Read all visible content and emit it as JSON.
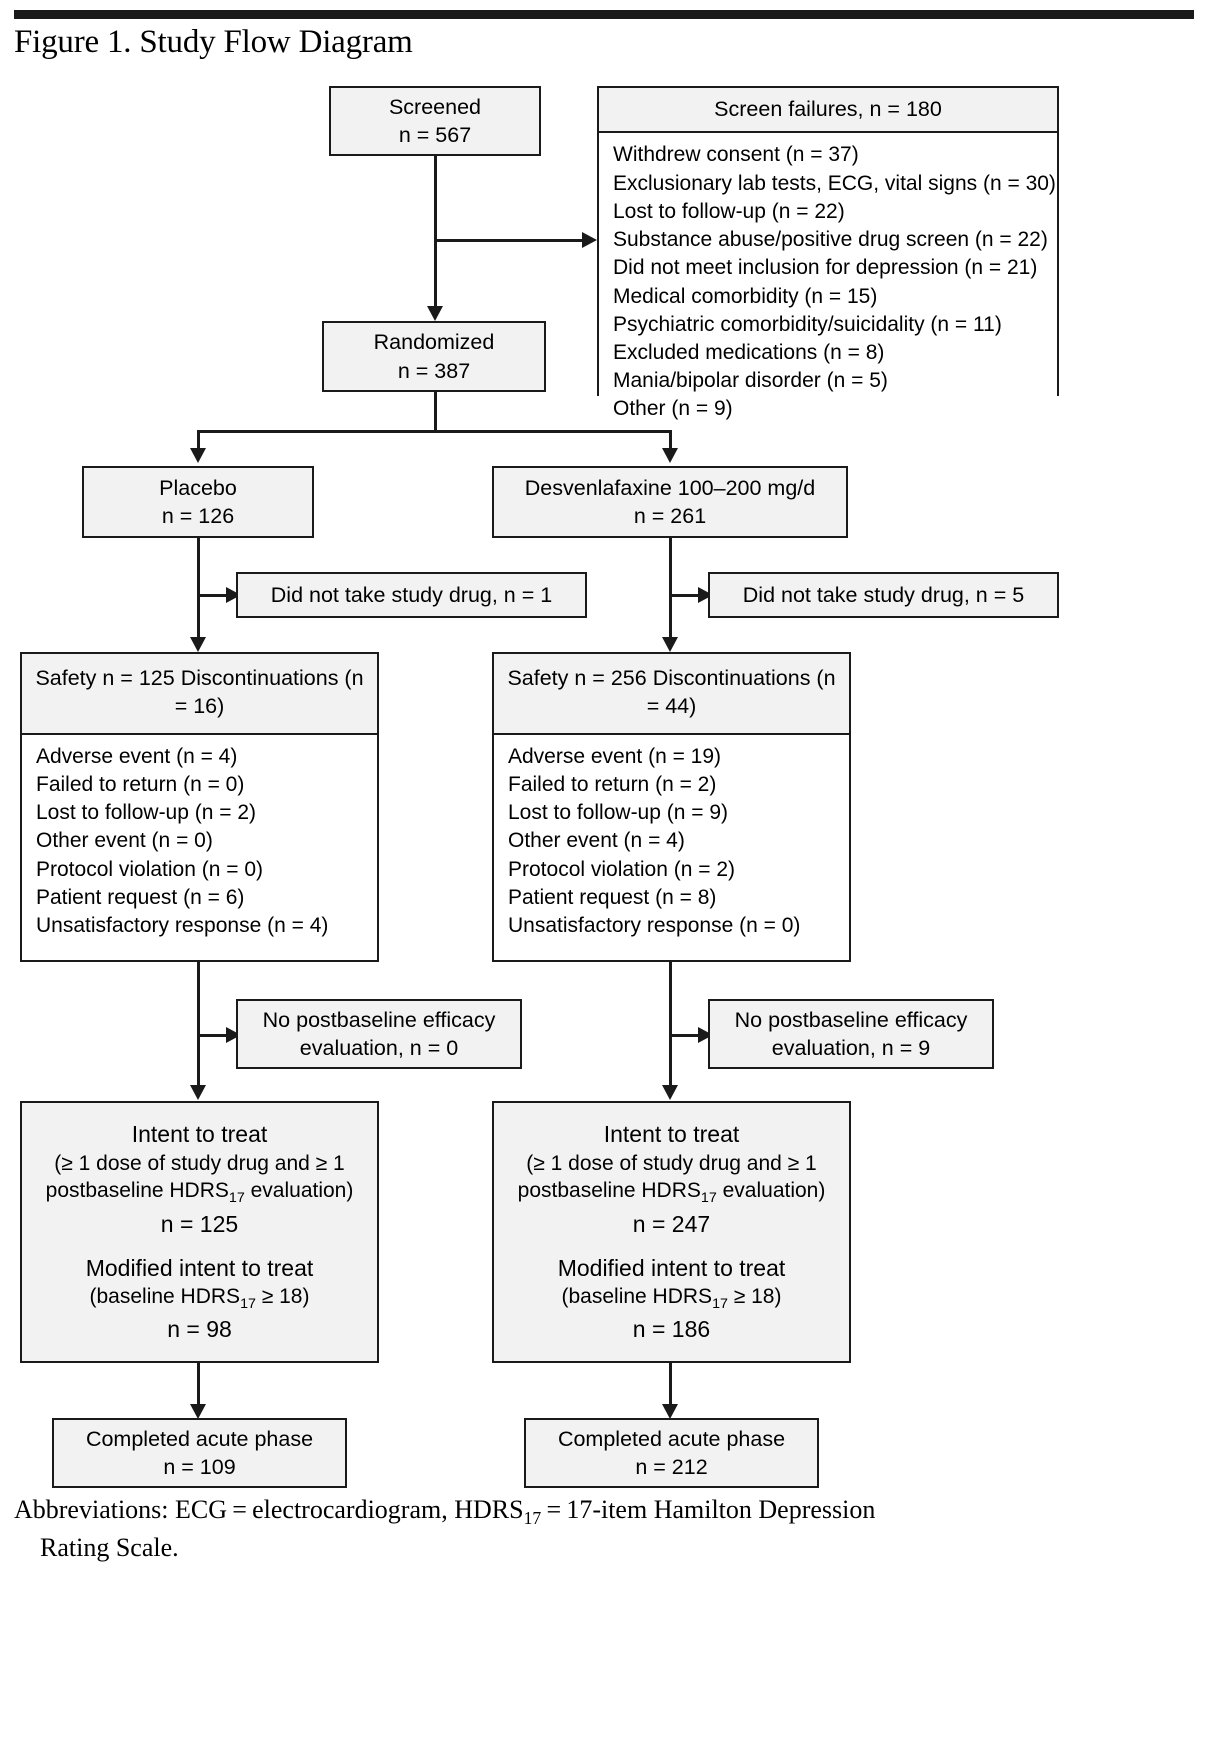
{
  "figure": {
    "title": "Figure 1. Study Flow Diagram"
  },
  "nodes": {
    "screened": {
      "label": "Screened",
      "n": "n = 567"
    },
    "screen_failures": {
      "header": "Screen failures, n = 180",
      "items": [
        "Withdrew consent (n = 37)",
        "Exclusionary lab tests, ECG, vital signs (n = 30)",
        "Lost to follow-up (n = 22)",
        "Substance abuse/positive drug screen (n = 22)",
        "Did not meet inclusion for depression (n = 21)",
        "Medical comorbidity (n = 15)",
        "Psychiatric comorbidity/suicidality (n = 11)",
        "Excluded medications (n = 8)",
        "Mania/bipolar disorder (n = 5)",
        "Other (n = 9)"
      ]
    },
    "randomized": {
      "label": "Randomized",
      "n": "n = 387"
    },
    "placebo": {
      "label": "Placebo",
      "n": "n = 126"
    },
    "desvenlafaxine": {
      "label": "Desvenlafaxine 100–200 mg/d",
      "n": "n = 261"
    },
    "did_not_take_placebo": {
      "label": "Did not take study drug, n = 1"
    },
    "did_not_take_desven": {
      "label": "Did not take study drug, n = 5"
    },
    "safety_placebo": {
      "label": "Safety",
      "n": "n = 125",
      "disc_header": "Discontinuations (n = 16)",
      "items": [
        "Adverse event (n = 4)",
        "Failed to return (n = 0)",
        "Lost to follow-up (n = 2)",
        "Other event (n = 0)",
        "Protocol violation (n = 0)",
        "Patient request (n = 6)",
        "Unsatisfactory response (n = 4)"
      ]
    },
    "safety_desven": {
      "label": "Safety",
      "n": "n = 256",
      "disc_header": "Discontinuations (n = 44)",
      "items": [
        "Adverse event (n = 19)",
        "Failed to return (n = 2)",
        "Lost to follow-up (n = 9)",
        "Other event (n = 4)",
        "Protocol violation (n = 2)",
        "Patient request (n = 8)",
        "Unsatisfactory response (n = 0)"
      ]
    },
    "no_postbaseline_placebo": {
      "line1": "No postbaseline efficacy",
      "line2": "evaluation, n = 0"
    },
    "no_postbaseline_desven": {
      "line1": "No postbaseline efficacy",
      "line2": "evaluation, n = 9"
    },
    "itt_placebo": {
      "title": "Intent to treat",
      "criteria1": "(≥ 1 dose of study drug and ≥ 1",
      "criteria2_pre": "postbaseline HDRS",
      "criteria2_sub": "17",
      "criteria2_post": " evaluation)",
      "n": "n = 125",
      "mitt_title": "Modified intent to treat",
      "mitt_criteria_pre": "(baseline HDRS",
      "mitt_criteria_sub": "17",
      "mitt_criteria_post": " ≥ 18)",
      "mitt_n": "n = 98"
    },
    "itt_desven": {
      "title": "Intent to treat",
      "criteria1": "(≥ 1 dose of study drug and ≥ 1",
      "criteria2_pre": "postbaseline HDRS",
      "criteria2_sub": "17",
      "criteria2_post": " evaluation)",
      "n": "n = 247",
      "mitt_title": "Modified intent to treat",
      "mitt_criteria_pre": "(baseline HDRS",
      "mitt_criteria_sub": "17",
      "mitt_criteria_post": " ≥ 18)",
      "mitt_n": "n = 186"
    },
    "completed_placebo": {
      "label": "Completed acute phase",
      "n": "n = 109"
    },
    "completed_desven": {
      "label": "Completed acute phase",
      "n": "n = 212"
    }
  },
  "footnote": {
    "line1_pre": "Abbreviations: ECG = electrocardiogram, HDRS",
    "line1_sub": "17",
    "line1_post": " = 17-item Hamilton Depression",
    "line2": "Rating Scale."
  },
  "colors": {
    "box_fill": "#f2f2f2",
    "box_fill_white": "#ffffff",
    "stroke": "#1a1a1a",
    "page": "#ffffff"
  }
}
